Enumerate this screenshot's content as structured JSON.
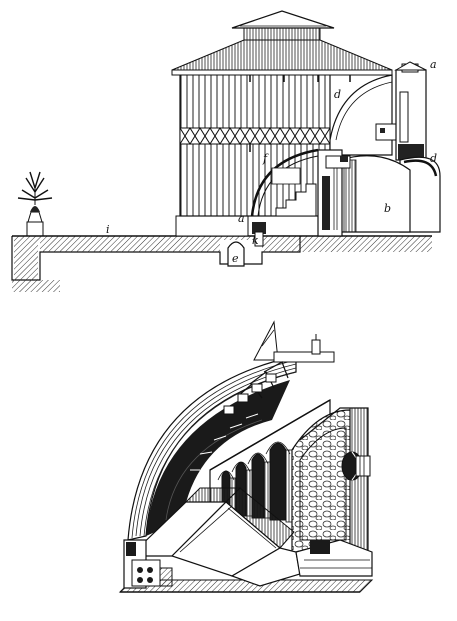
{
  "figures": {
    "section": {
      "labels": {
        "a_chimney": "a",
        "a_vault": "a",
        "b": "b",
        "d_roof": "d",
        "d_furnace": "d",
        "e": "e",
        "f": "f",
        "i": "i",
        "k": "k"
      }
    },
    "perspective": {}
  },
  "colors": {
    "ink": "#111111",
    "paper": "#ffffff",
    "hatch": "#333333"
  }
}
